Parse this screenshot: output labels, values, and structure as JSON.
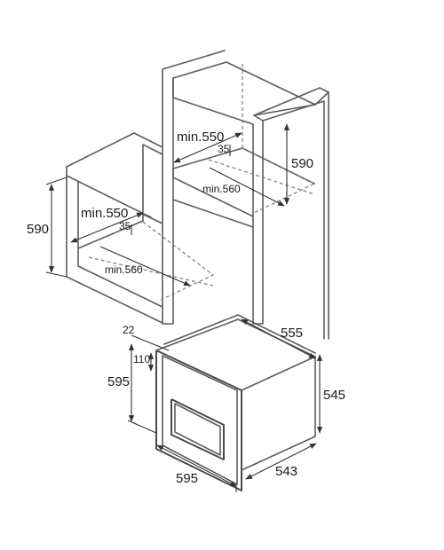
{
  "wall_unit_labels": {
    "min_width": "min.550",
    "depth": "35",
    "height": "590",
    "min_depth": "min.560"
  },
  "column_unit_labels": {
    "min_width": "min.550",
    "depth": "35",
    "height": "590",
    "min_depth": "min.560"
  },
  "oven_labels": {
    "frame_offset": "22",
    "top_clearance": "110",
    "front_height": "595",
    "front_width": "595",
    "body_depth": "555",
    "body_height": "545",
    "body_width": "543"
  }
}
